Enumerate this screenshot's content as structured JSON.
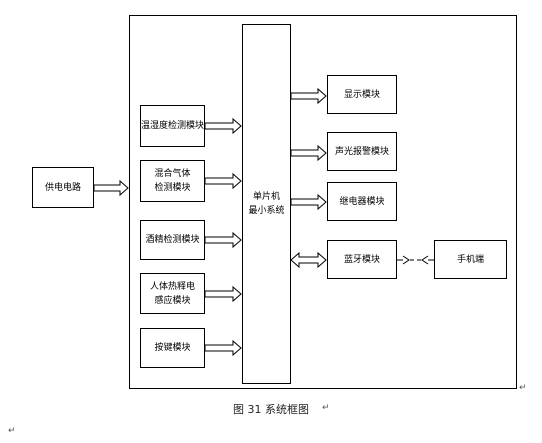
{
  "diagram": {
    "power_supply": "供电电路",
    "sensors": [
      "温湿度检测模块",
      "混合气体\n检测模块",
      "酒精检测模块",
      "人体热释电\n感应模块",
      "按键模块"
    ],
    "mcu": "单片机\n最小系统",
    "outputs": [
      "显示模块",
      "声光报警模块",
      "继电器模块"
    ],
    "bluetooth": "蓝牙模块",
    "phone": "手机端"
  },
  "caption": "图 31 系统框图",
  "marks": [
    "↵",
    "↵",
    "↵"
  ]
}
